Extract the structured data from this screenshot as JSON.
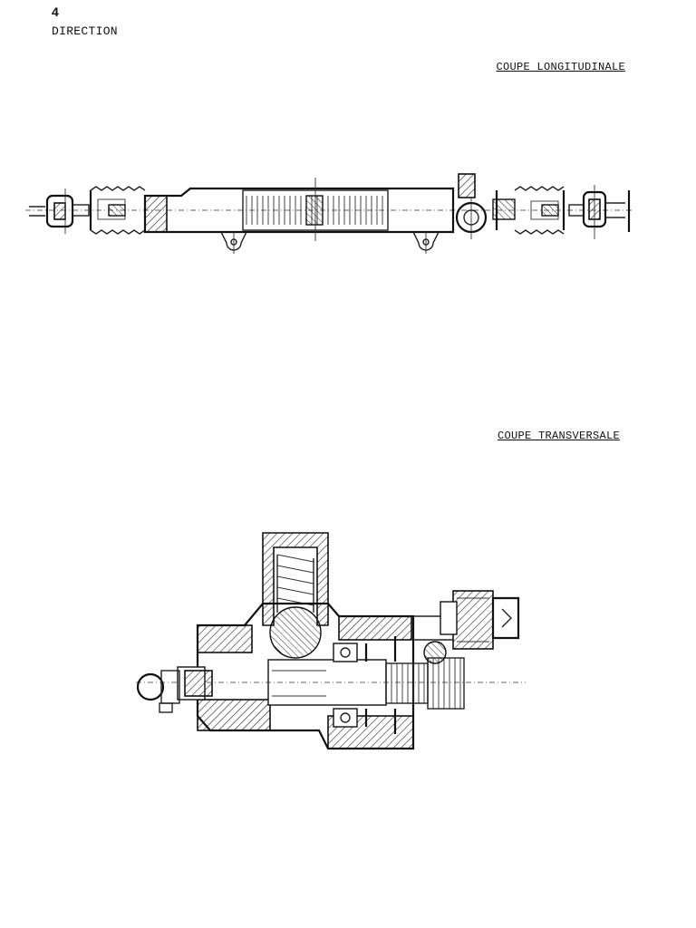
{
  "header": {
    "page_number": "4",
    "section_title": "DIRECTION"
  },
  "figures": [
    {
      "caption": "COUPE LONGITUDINALE"
    },
    {
      "caption": "COUPE TRANSVERSALE"
    }
  ]
}
